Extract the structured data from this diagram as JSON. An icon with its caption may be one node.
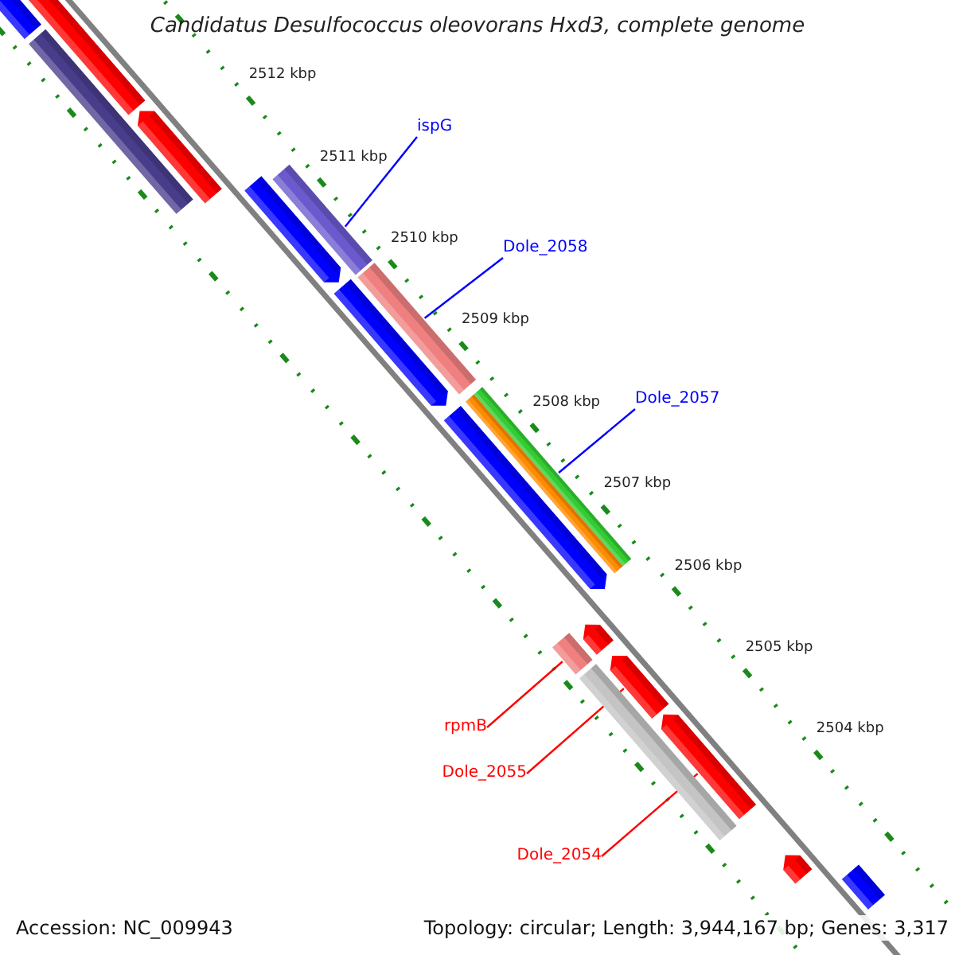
{
  "diagram": {
    "title": "Candidatus Desulfococcus oleovorans Hxd3, complete genome",
    "nodes": [
      {
        "text": [
          "ispG"
        ]
      },
      {
        "text": [],
        "shape": "bar"
      },
      {
        "text": [
          "Dole_2058"
        ]
      },
      {
        "text": [],
        "shape": "bar"
      },
      {
        "text": [
          "Dole_2057"
        ]
      },
      {
        "text": [],
        "shape": "bar"
      },
      {
        "text": [
          "rpmB"
        ]
      },
      {
        "text": [],
        "shape": "bar"
      },
      {
        "text": [
          "Dole_2055"
        ]
      },
      {
        "text": [],
        "shape": "bar"
      },
      {
        "text": [
          "Dole_2054"
        ]
      },
      {
        "text": [],
        "shape": "bar"
      },
      {
        "text": [],
        "shape": "bar"
      },
      {
        "text": [],
        "shape": "bar"
      },
      {
        "text": [],
        "shape": "bar"
      },
      {
        "text": [],
        "shape": "bar"
      },
      {
        "text": [],
        "shape": "bar"
      },
      {
        "text": [],
        "shape": "bar"
      },
      {
        "text": [],
        "shape": "bar"
      },
      {
        "text": [],
        "shape": "bar"
      },
      {
        "text": [],
        "shape": "bar"
      },
      {
        "text": [],
        "shape": "bar"
      },
      {
        "text": [],
        "shape": "bar"
      },
      {
        "text": [],
        "shape": "bar"
      }
    ],
    "edges": [
      {
        "from": 0,
        "to": 1,
        "arrow": "none"
      },
      {
        "from": 2,
        "to": 3,
        "arrow": "none"
      },
      {
        "from": 4,
        "to": 5,
        "arrow": "none"
      },
      {
        "from": 6,
        "to": 7,
        "arrow": "none",
        "color": "#ff0000"
      },
      {
        "from": 8,
        "to": 9,
        "arrow": "none",
        "color": "#ff0000"
      },
      {
        "from": 10,
        "to": 11,
        "arrow": "none",
        "color": "#ff0000"
      }
    ],
    "labels": [
      "2512 kbp",
      "2511 kbp",
      "2510 kbp",
      "2509 kbp",
      "2508 kbp",
      "2507 kbp",
      "2506 kbp",
      "2505 kbp",
      "2504 kbp",
      "Accession: NC_009943",
      "Topology: circular; Length: 3,944,167 bp; Genes: 3,317"
    ]
  }
}
